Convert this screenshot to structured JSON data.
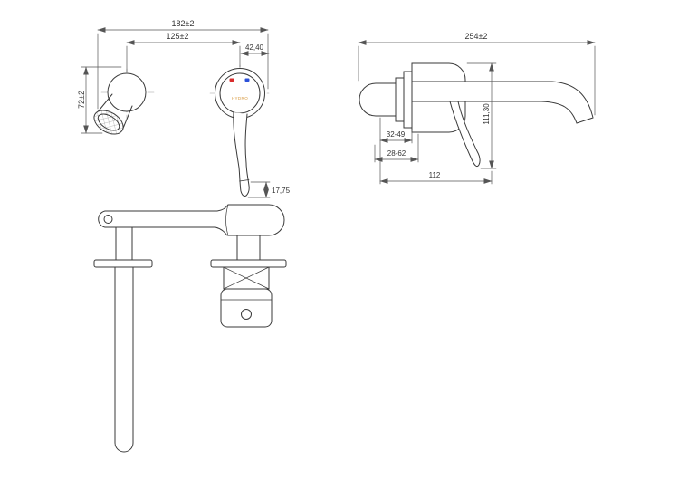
{
  "drawing": {
    "brand_mark": "HYDRO",
    "colors": {
      "line": "#3a3a3a",
      "dimension": "#555555",
      "hot_indicator": "#d92b2b",
      "cold_indicator": "#2b50d9",
      "brand": "#d89a3f"
    },
    "front_view": {
      "dims": {
        "total_width": "182±2",
        "centers_distance": "125±2",
        "body_diameter": "42,40",
        "spout_drop": "72±2",
        "lever_tip": "17,75"
      }
    },
    "side_view": {
      "dims": {
        "total_depth": "254±2",
        "wall_adjust_a": "32-49",
        "wall_adjust_b": "28-62",
        "height_below": "111,30",
        "handle_projection": "112"
      }
    }
  }
}
